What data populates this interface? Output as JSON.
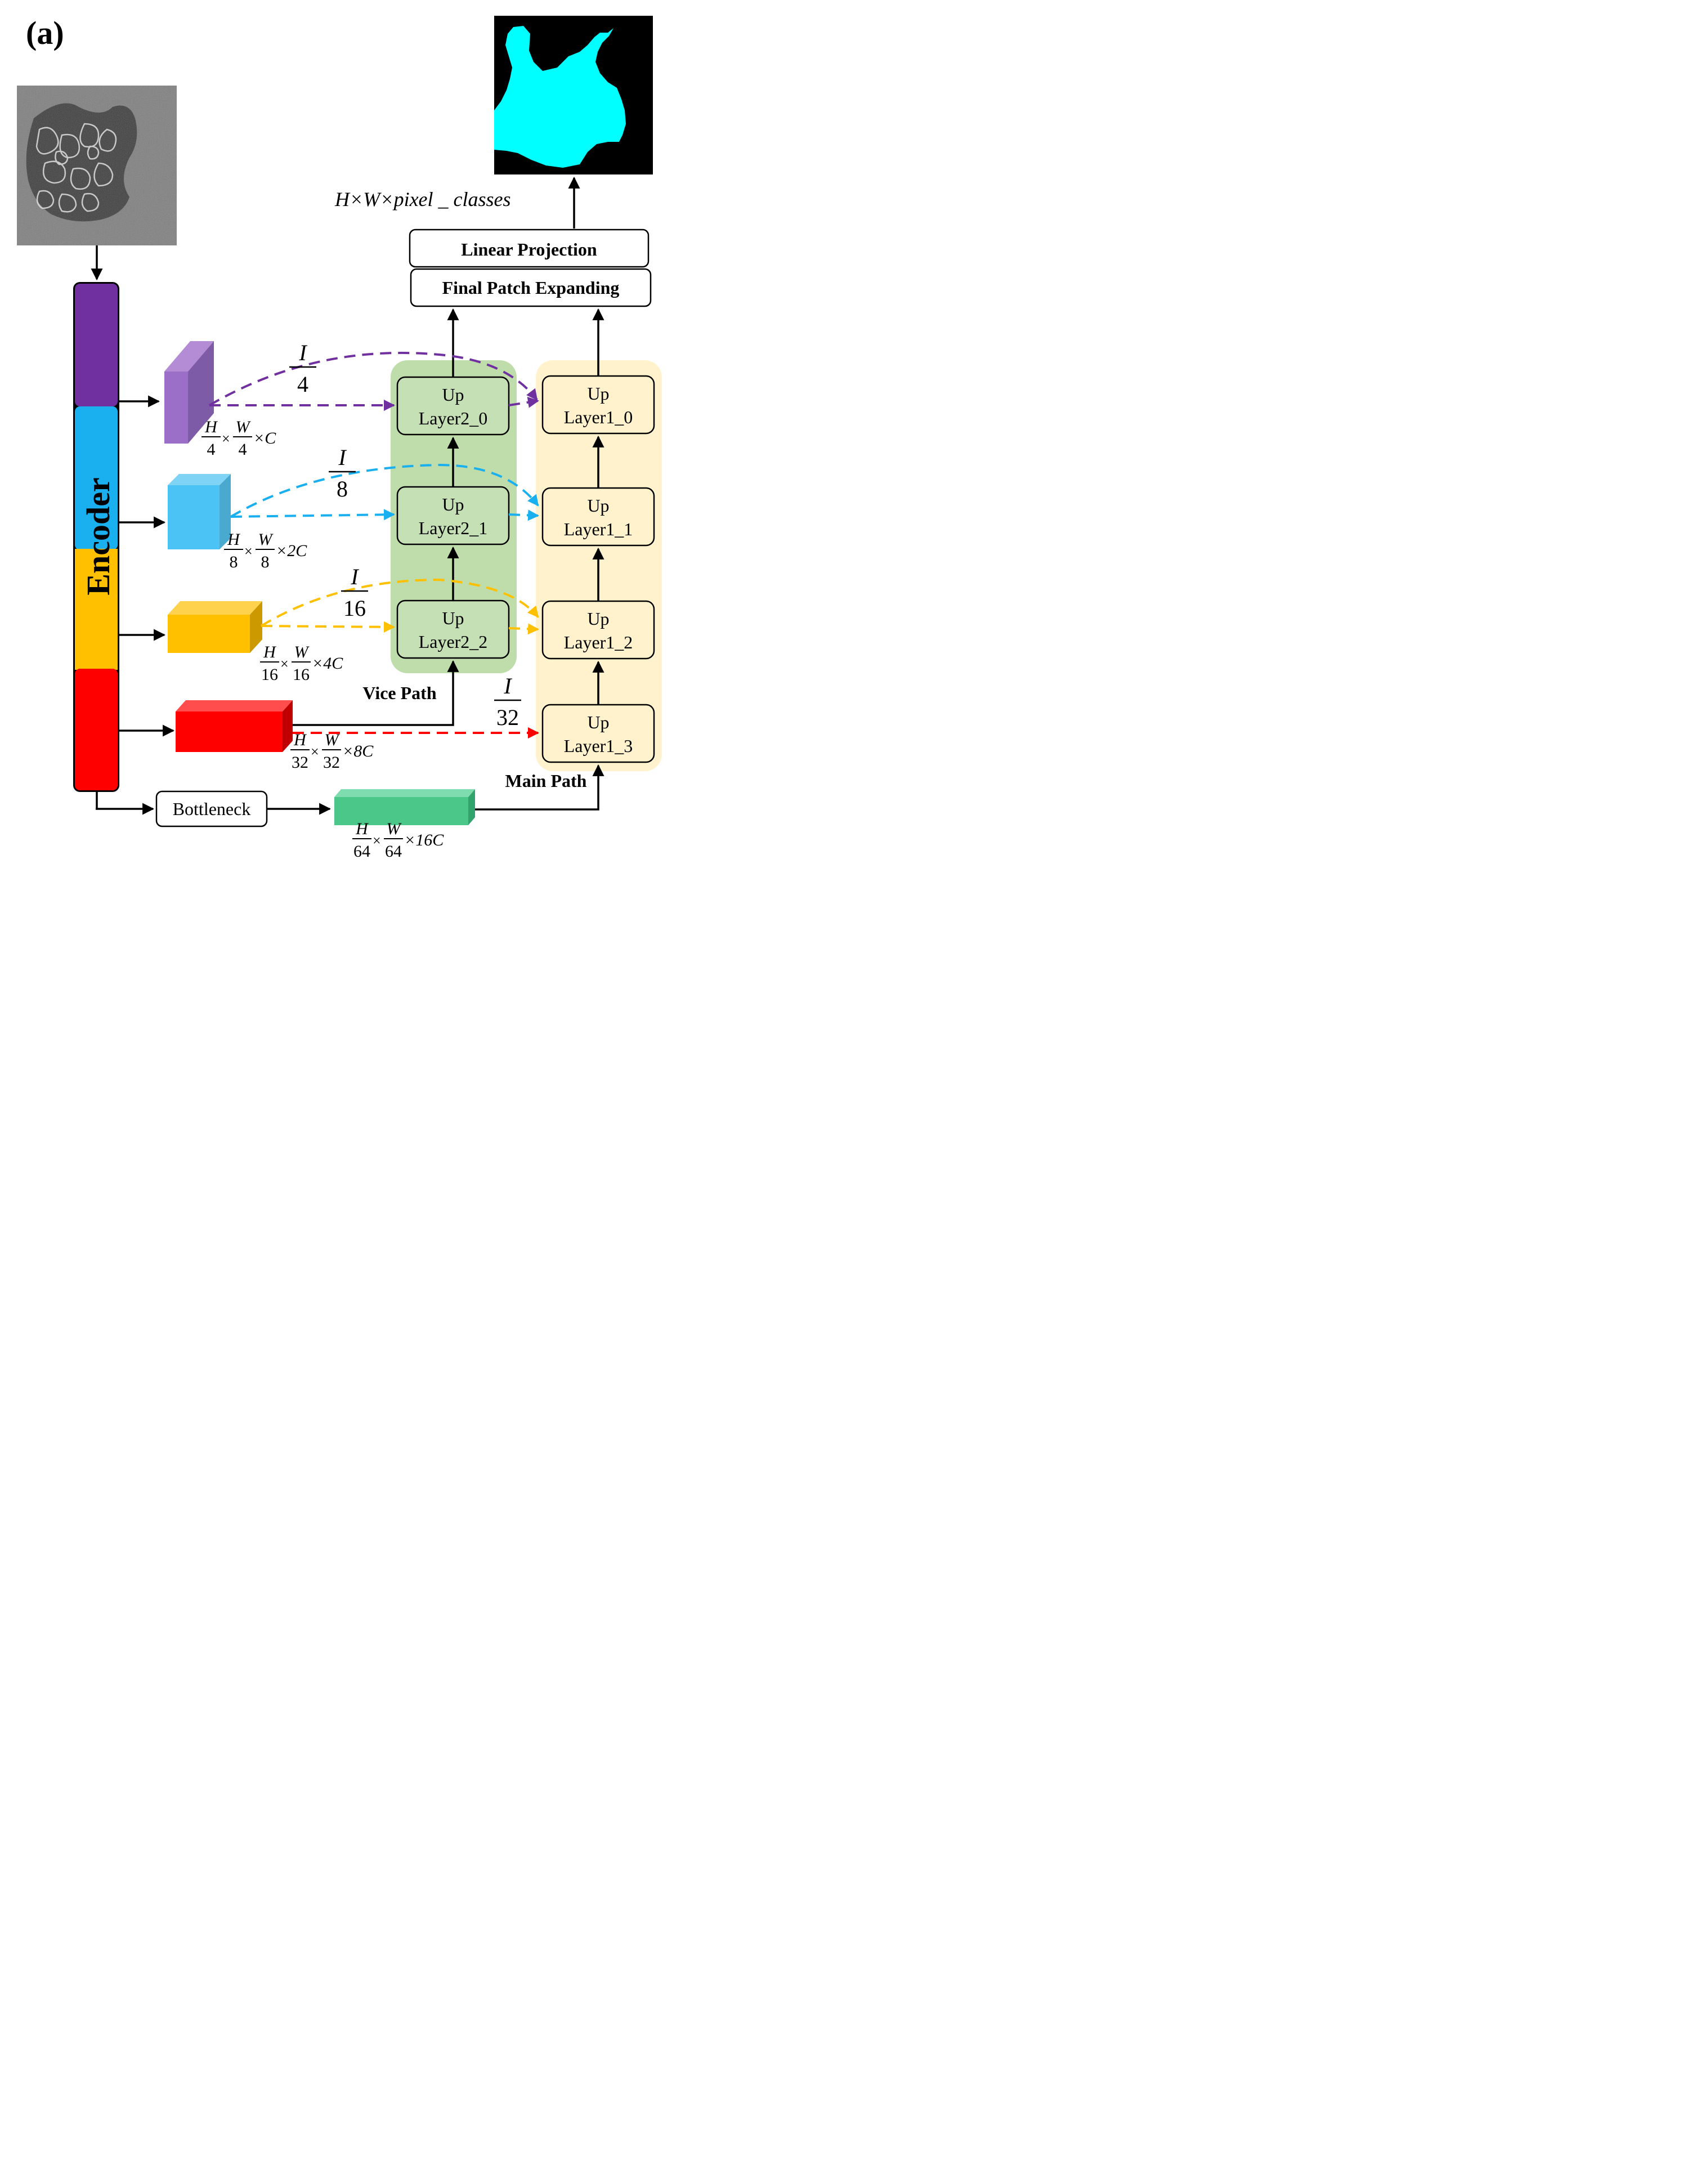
{
  "panel_label": "(a)",
  "encoder_label": "Encoder",
  "output_label": "H×W×pixel _ classes",
  "decoder_top": {
    "linear_projection": "Linear Projection",
    "final_patch_expanding": "Final Patch Expanding"
  },
  "vice_path": {
    "label": "Vice Path",
    "layers": [
      {
        "line1": "Up",
        "line2": "Layer2_0"
      },
      {
        "line1": "Up",
        "line2": "Layer2_1"
      },
      {
        "line1": "Up",
        "line2": "Layer2_2"
      }
    ]
  },
  "main_path": {
    "label": "Main Path",
    "layers": [
      {
        "line1": "Up",
        "line2": "Layer1_0"
      },
      {
        "line1": "Up",
        "line2": "Layer1_1"
      },
      {
        "line1": "Up",
        "line2": "Layer1_2"
      },
      {
        "line1": "Up",
        "line2": "Layer1_3"
      }
    ]
  },
  "bottleneck": {
    "label": "Bottleneck"
  },
  "features": [
    {
      "h": "H",
      "hd": "4",
      "w": "W",
      "wd": "4",
      "c": "×C",
      "skip_num": "I",
      "skip_den": "4"
    },
    {
      "h": "H",
      "hd": "8",
      "w": "W",
      "wd": "8",
      "c": "×2C",
      "skip_num": "I",
      "skip_den": "8"
    },
    {
      "h": "H",
      "hd": "16",
      "w": "W",
      "wd": "16",
      "c": "×4C",
      "skip_num": "I",
      "skip_den": "16"
    },
    {
      "h": "H",
      "hd": "32",
      "w": "W",
      "wd": "32",
      "c": "×8C",
      "skip_num": "I",
      "skip_den": "32"
    },
    {
      "h": "H",
      "hd": "64",
      "w": "W",
      "wd": "64",
      "c": "×16C"
    }
  ],
  "times": "×",
  "colors": {
    "purple": "#7030a0",
    "blue": "#1ab0f0",
    "yellow": "#ffc000",
    "red": "#ff0000",
    "green_box": "#4cc78a",
    "vice_bg": "#a9d18e",
    "main_bg": "#fff2cc",
    "layer_vice": "#c5e0b4",
    "layer_main": "#fff2cc",
    "cyan": "#00ffff"
  }
}
